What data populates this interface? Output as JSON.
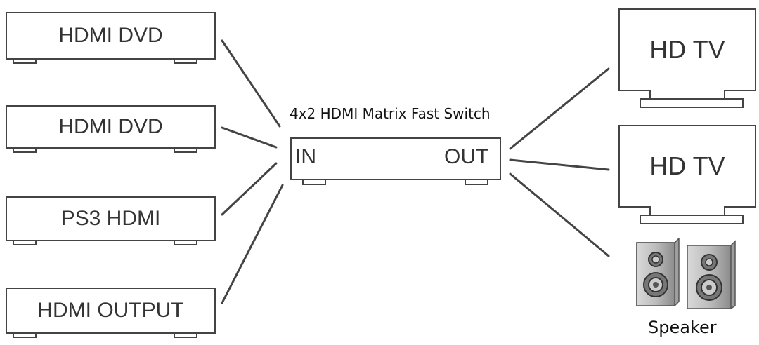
{
  "sources": [
    {
      "label": "HDMI DVD"
    },
    {
      "label": "HDMI DVD"
    },
    {
      "label": "PS3 HDMI"
    },
    {
      "label": "HDMI OUTPUT"
    }
  ],
  "switch": {
    "title": "4x2 HDMI Matrix Fast Switch",
    "in_label": "IN",
    "out_label": "OUT"
  },
  "outputs": {
    "tv1": "HD TV",
    "tv2": "HD TV",
    "speaker": "Speaker"
  }
}
